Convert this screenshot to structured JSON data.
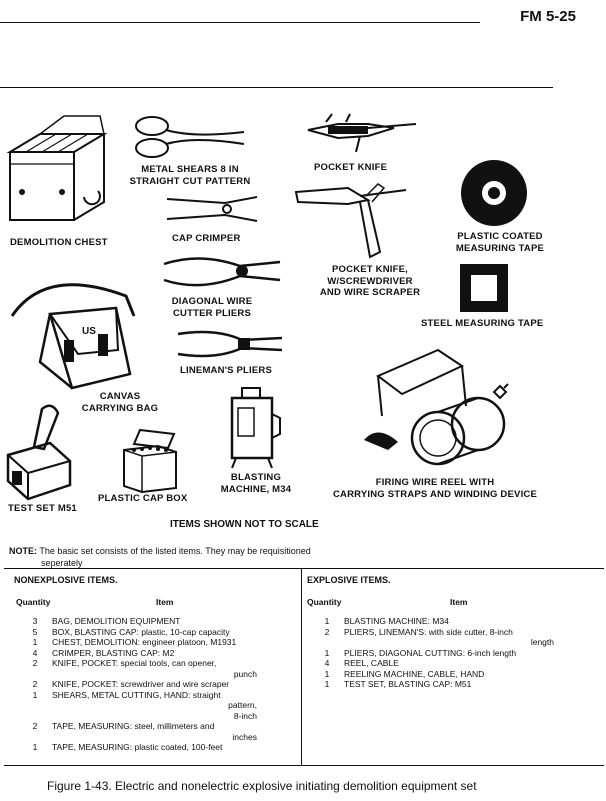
{
  "header": {
    "doc_id": "FM 5-25"
  },
  "labels": {
    "demolition_chest": "DEMOLITION CHEST",
    "metal_shears_1": "METAL SHEARS 8 IN",
    "metal_shears_2": "STRAIGHT CUT PATTERN",
    "pocket_knife": "POCKET KNIFE",
    "cap_crimper": "CAP CRIMPER",
    "plastic_tape_1": "PLASTIC COATED",
    "plastic_tape_2": "MEASURING TAPE",
    "pocket_knife_sd_1": "POCKET KNIFE,",
    "pocket_knife_sd_2": "W/SCREWDRIVER",
    "pocket_knife_sd_3": "AND WIRE SCRAPER",
    "diag_pliers_1": "DIAGONAL WIRE",
    "diag_pliers_2": "CUTTER PLIERS",
    "steel_tape": "STEEL MEASURING TAPE",
    "linemans_pliers": "LINEMAN'S PLIERS",
    "canvas_bag_1": "CANVAS",
    "canvas_bag_2": "CARRYING BAG",
    "blasting_machine_1": "BLASTING",
    "blasting_machine_2": "MACHINE, M34",
    "reel_1": "FIRING WIRE REEL WITH",
    "reel_2": "CARRYING STRAPS AND WINDING DEVICE",
    "plastic_cap_box": "PLASTIC CAP BOX",
    "test_set": "TEST SET M51",
    "bag_marking": "US"
  },
  "scale_note": "ITEMS SHOWN NOT TO SCALE",
  "note": {
    "prefix": "NOTE:",
    "line1": " The basic set consists of the listed items. They may be requisitioned",
    "line2": "seperately"
  },
  "nonexplosive": {
    "title": "NONEXPLOSIVE ITEMS.",
    "col_quantity": "Quantity",
    "col_item": "Item",
    "rows": [
      {
        "qty": "3",
        "text": "BAG, DEMOLITION EQUIPMENT",
        "cont": ""
      },
      {
        "qty": "5",
        "text": "BOX, BLASTING CAP: plastic, 10-cap capacity",
        "cont": ""
      },
      {
        "qty": "1",
        "text": "CHEST, DEMOLITION: engineer platoon, M1931",
        "cont": ""
      },
      {
        "qty": "4",
        "text": "CRIMPER, BLASTING CAP: M2",
        "cont": ""
      },
      {
        "qty": "2",
        "text": "KNIFE, POCKET: special tools, can opener,",
        "cont": "punch"
      },
      {
        "qty": "2",
        "text": "KNIFE, POCKET: screwdriver and wire scraper",
        "cont": ""
      },
      {
        "qty": "1",
        "text": "SHEARS, METAL CUTTING, HAND: straight",
        "cont": "pattern,",
        "cont2": "8-inch"
      },
      {
        "qty": "2",
        "text": "TAPE, MEASURING: steel, millimeters and",
        "cont": "inches"
      },
      {
        "qty": "1",
        "text": "TAPE, MEASURING: plastic coated, 100-feet",
        "cont": ""
      }
    ]
  },
  "explosive": {
    "title": "EXPLOSIVE ITEMS.",
    "col_quantity": "Quantity",
    "col_item": "Item",
    "rows": [
      {
        "qty": "1",
        "text": "BLASTING MACHINE: M34",
        "cont": ""
      },
      {
        "qty": "2",
        "text": "PLIERS, LINEMAN'S: with side cutter, 8-inch",
        "cont": "length"
      },
      {
        "qty": "1",
        "text": "PLIERS, DIAGONAL CUTTING: 6-inch length",
        "cont": ""
      },
      {
        "qty": "4",
        "text": "REEL, CABLE",
        "cont": ""
      },
      {
        "qty": "1",
        "text": "REELING MACHINE, CABLE, HAND",
        "cont": ""
      },
      {
        "qty": "1",
        "text": "TEST SET, BLASTING CAP: M51",
        "cont": ""
      }
    ]
  },
  "caption": "Figure 1-43. Electric and nonelectric explosive initiating demolition equipment set"
}
